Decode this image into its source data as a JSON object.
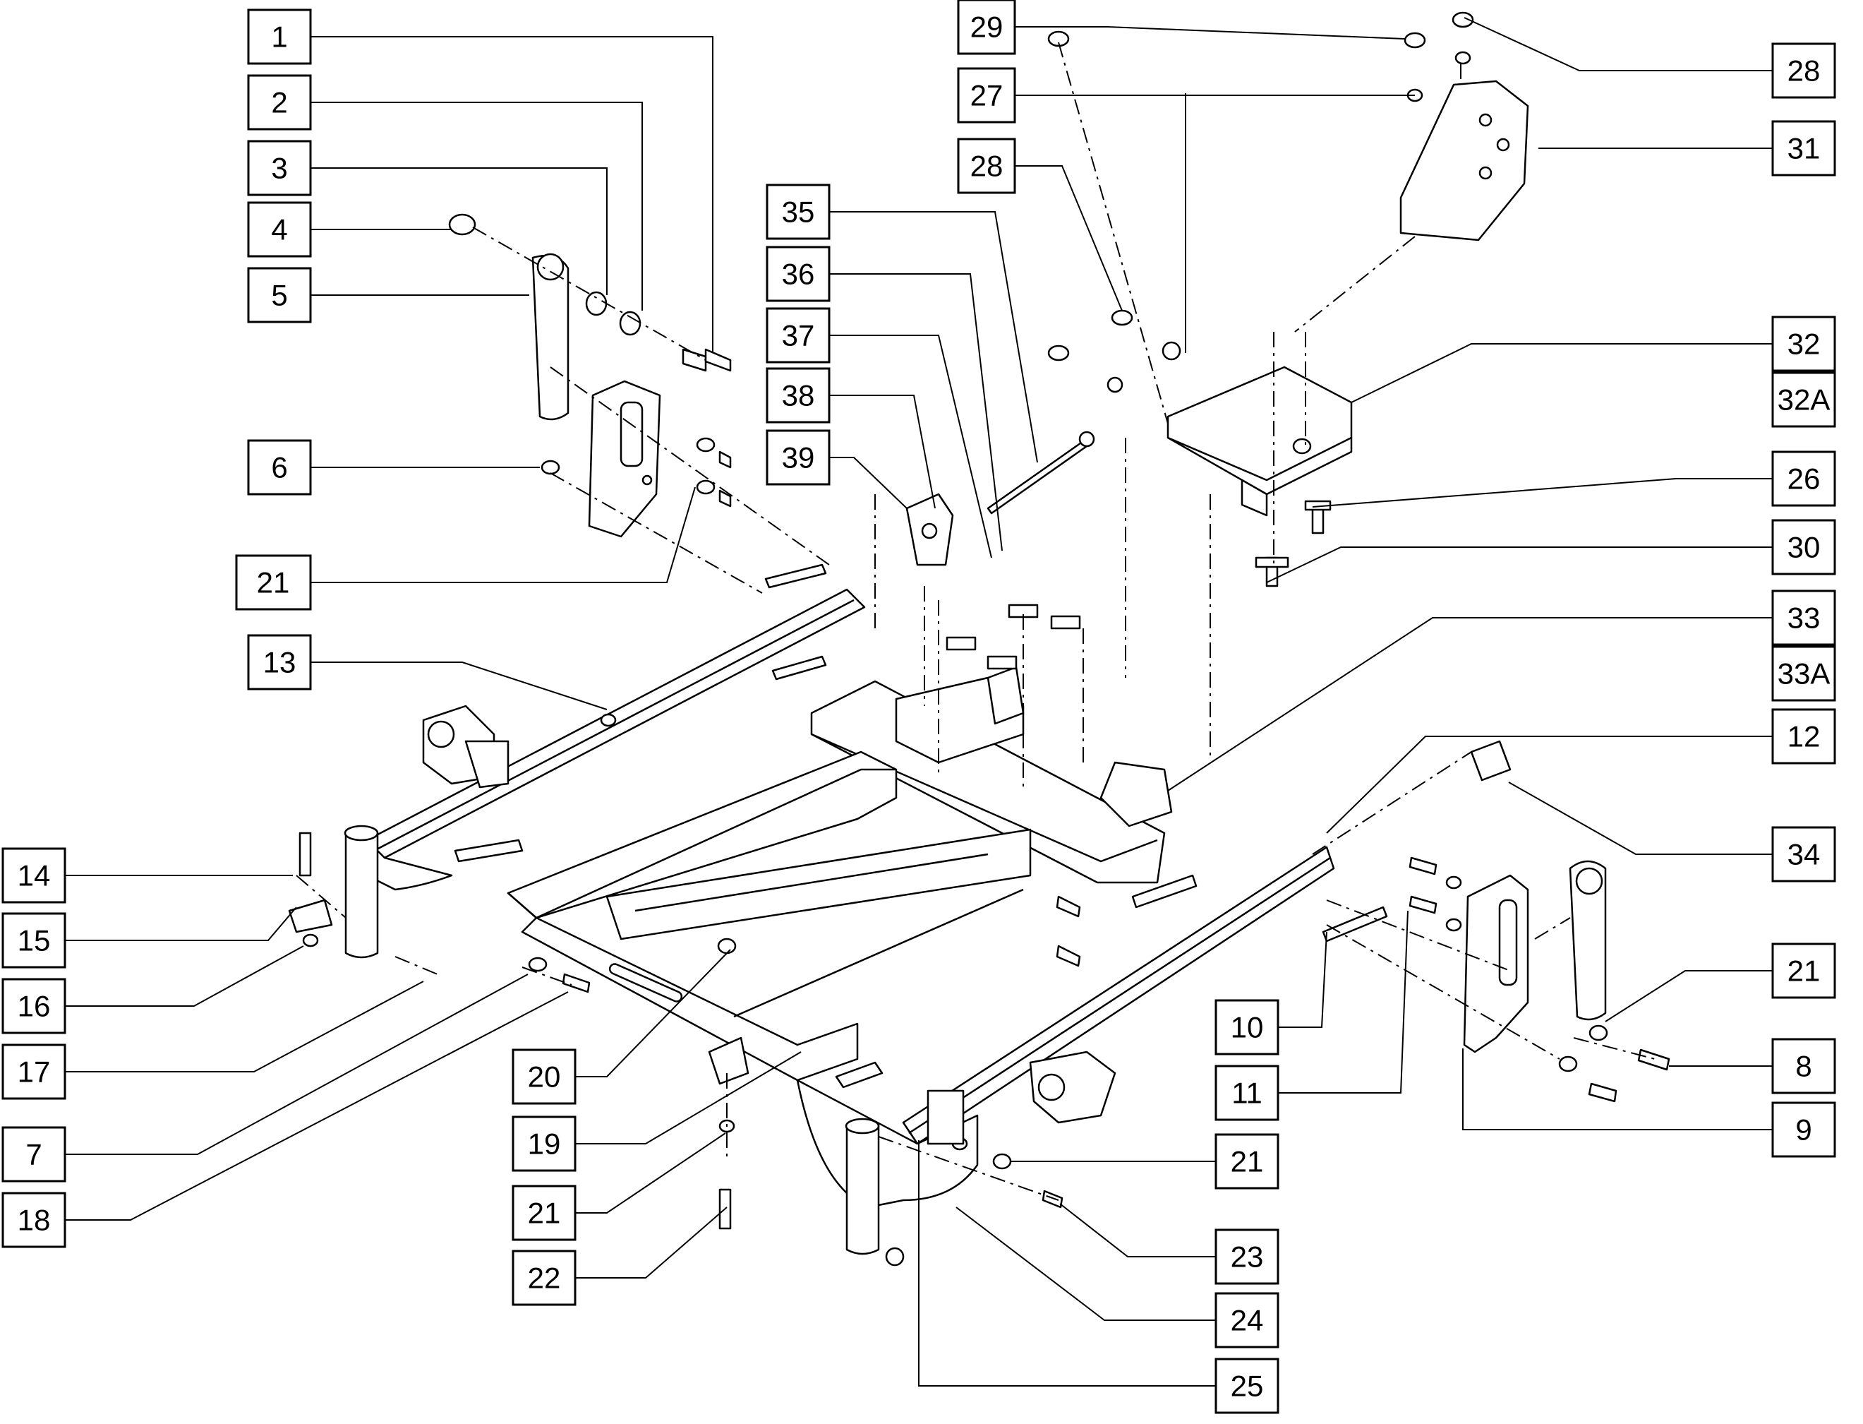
{
  "diagram": {
    "callouts": [
      {
        "id": "c1",
        "label": "1"
      },
      {
        "id": "c2",
        "label": "2"
      },
      {
        "id": "c3",
        "label": "3"
      },
      {
        "id": "c4",
        "label": "4"
      },
      {
        "id": "c5",
        "label": "5"
      },
      {
        "id": "c6",
        "label": "6"
      },
      {
        "id": "c21a",
        "label": "21"
      },
      {
        "id": "c13",
        "label": "13"
      },
      {
        "id": "c14",
        "label": "14"
      },
      {
        "id": "c15",
        "label": "15"
      },
      {
        "id": "c16",
        "label": "16"
      },
      {
        "id": "c17",
        "label": "17"
      },
      {
        "id": "c7",
        "label": "7"
      },
      {
        "id": "c18",
        "label": "18"
      },
      {
        "id": "c20",
        "label": "20"
      },
      {
        "id": "c19",
        "label": "19"
      },
      {
        "id": "c21b",
        "label": "21"
      },
      {
        "id": "c22",
        "label": "22"
      },
      {
        "id": "c35",
        "label": "35"
      },
      {
        "id": "c36",
        "label": "36"
      },
      {
        "id": "c37",
        "label": "37"
      },
      {
        "id": "c38",
        "label": "38"
      },
      {
        "id": "c39",
        "label": "39"
      },
      {
        "id": "c29",
        "label": "29"
      },
      {
        "id": "c27",
        "label": "27"
      },
      {
        "id": "c28a",
        "label": "28"
      },
      {
        "id": "c28b",
        "label": "28"
      },
      {
        "id": "c31",
        "label": "31"
      },
      {
        "id": "c32",
        "label": "32"
      },
      {
        "id": "c32A",
        "label": "32A"
      },
      {
        "id": "c26",
        "label": "26"
      },
      {
        "id": "c30",
        "label": "30"
      },
      {
        "id": "c33",
        "label": "33"
      },
      {
        "id": "c33A",
        "label": "33A"
      },
      {
        "id": "c12",
        "label": "12"
      },
      {
        "id": "c34",
        "label": "34"
      },
      {
        "id": "c21c",
        "label": "21"
      },
      {
        "id": "c8",
        "label": "8"
      },
      {
        "id": "c9",
        "label": "9"
      },
      {
        "id": "c10",
        "label": "10"
      },
      {
        "id": "c11",
        "label": "11"
      },
      {
        "id": "c21d",
        "label": "21"
      },
      {
        "id": "c23",
        "label": "23"
      },
      {
        "id": "c24",
        "label": "24"
      },
      {
        "id": "c25",
        "label": "25"
      }
    ]
  }
}
